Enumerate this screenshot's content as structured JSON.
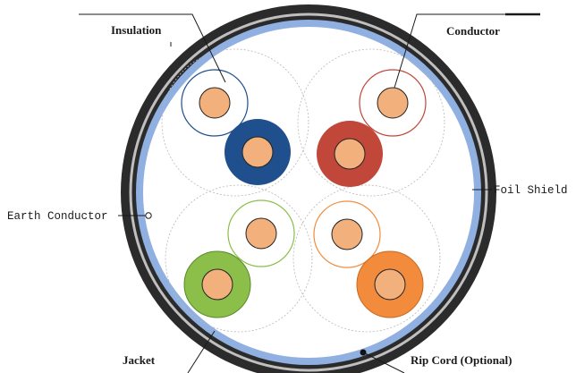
{
  "labels": {
    "insulation": "Insulation",
    "conductor": "Conductor",
    "foil_shield": "Foil Shield",
    "earth_conductor": "Earth Conductor",
    "jacket": "Jacket",
    "rip_cord": "Rip Cord (Optional)"
  },
  "colors": {
    "jacket": "#2b2b2b",
    "jacket_stripe": "#bfbfbf",
    "foil_shield": "#8fb0e0",
    "copper": "#f2b07c",
    "blue": "#1f4f8c",
    "brown": "#c0473a",
    "green": "#8bbf4a",
    "orange": "#f28c3c"
  }
}
